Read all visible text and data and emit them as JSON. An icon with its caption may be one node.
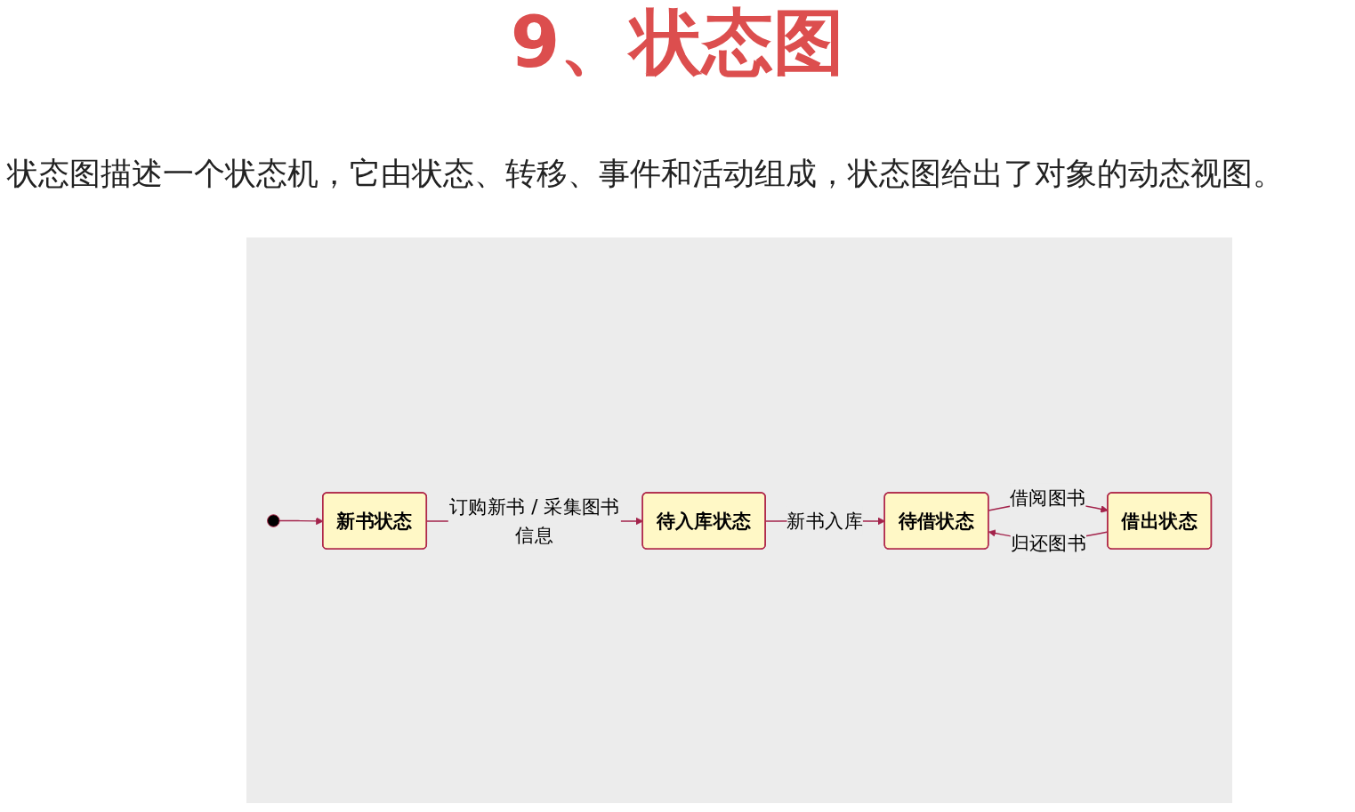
{
  "diagram": {
    "title": "9、状态图",
    "nodes": [
      {
        "text": [],
        "shape": "circle"
      },
      {
        "text": [
          "新书状态"
        ]
      },
      {
        "text": [
          "待入库状态"
        ]
      },
      {
        "text": [
          "待借状态"
        ]
      },
      {
        "text": [
          "借出状态"
        ]
      }
    ],
    "edges": [
      {
        "from": 0,
        "to": 1,
        "arrow": "to"
      },
      {
        "from": 1,
        "to": 2,
        "arrow": "to",
        "label": "订购新书 / 采集图书信息"
      },
      {
        "from": 2,
        "to": 3,
        "arrow": "to",
        "label": "新书入库"
      },
      {
        "from": 3,
        "to": 4,
        "arrow": "to",
        "label": "借阅图书"
      },
      {
        "from": 4,
        "to": 3,
        "arrow": "to",
        "label": "归还图书"
      }
    ],
    "labels": [
      "状态图描述一个状态机，它由状态、转移、事件和活动组成，状态图给出了对象的动态视图。"
    ]
  }
}
